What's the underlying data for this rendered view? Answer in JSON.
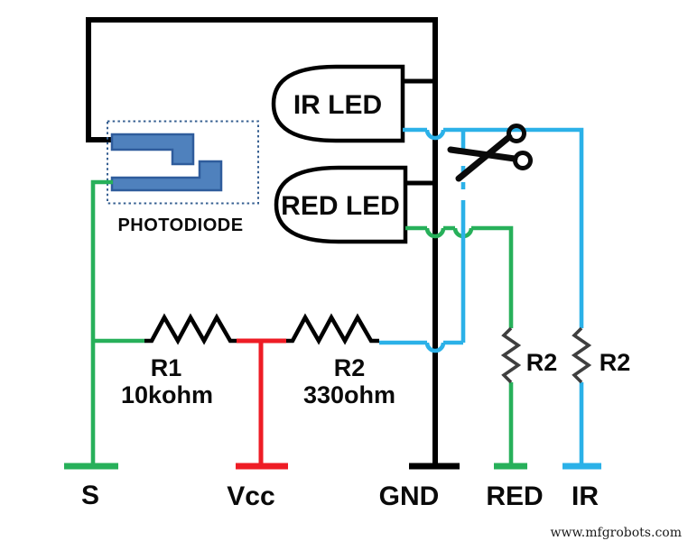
{
  "diagram": {
    "labels": {
      "photodiode": "PHOTODIODE",
      "ir_led": "IR LED",
      "red_led": "RED LED"
    },
    "resistors": {
      "r1": {
        "name": "R1",
        "value": "10kohm"
      },
      "r2": {
        "name": "R2",
        "value": "330ohm"
      },
      "r2_red": {
        "name": "R2"
      },
      "r2_ir": {
        "name": "R2"
      }
    },
    "terminals": {
      "s": "S",
      "vcc": "Vcc",
      "gnd": "GND",
      "red": "RED",
      "ir": "IR"
    },
    "icons": {
      "scissors": "cut-wire-scissors"
    },
    "colors": {
      "background": "#ffffff",
      "wire_black": "#000000",
      "wire_green": "#27b05a",
      "wire_cyan": "#2bb1e8",
      "wire_red": "#ee1c25",
      "photodiode_fill": "#4f81bd",
      "photodiode_outline": "#2f5c9c",
      "photodiode_box": "#365f91",
      "branch_resistor_gray": "#3f3f3f"
    },
    "watermark": "www.mfgrobots.com"
  }
}
